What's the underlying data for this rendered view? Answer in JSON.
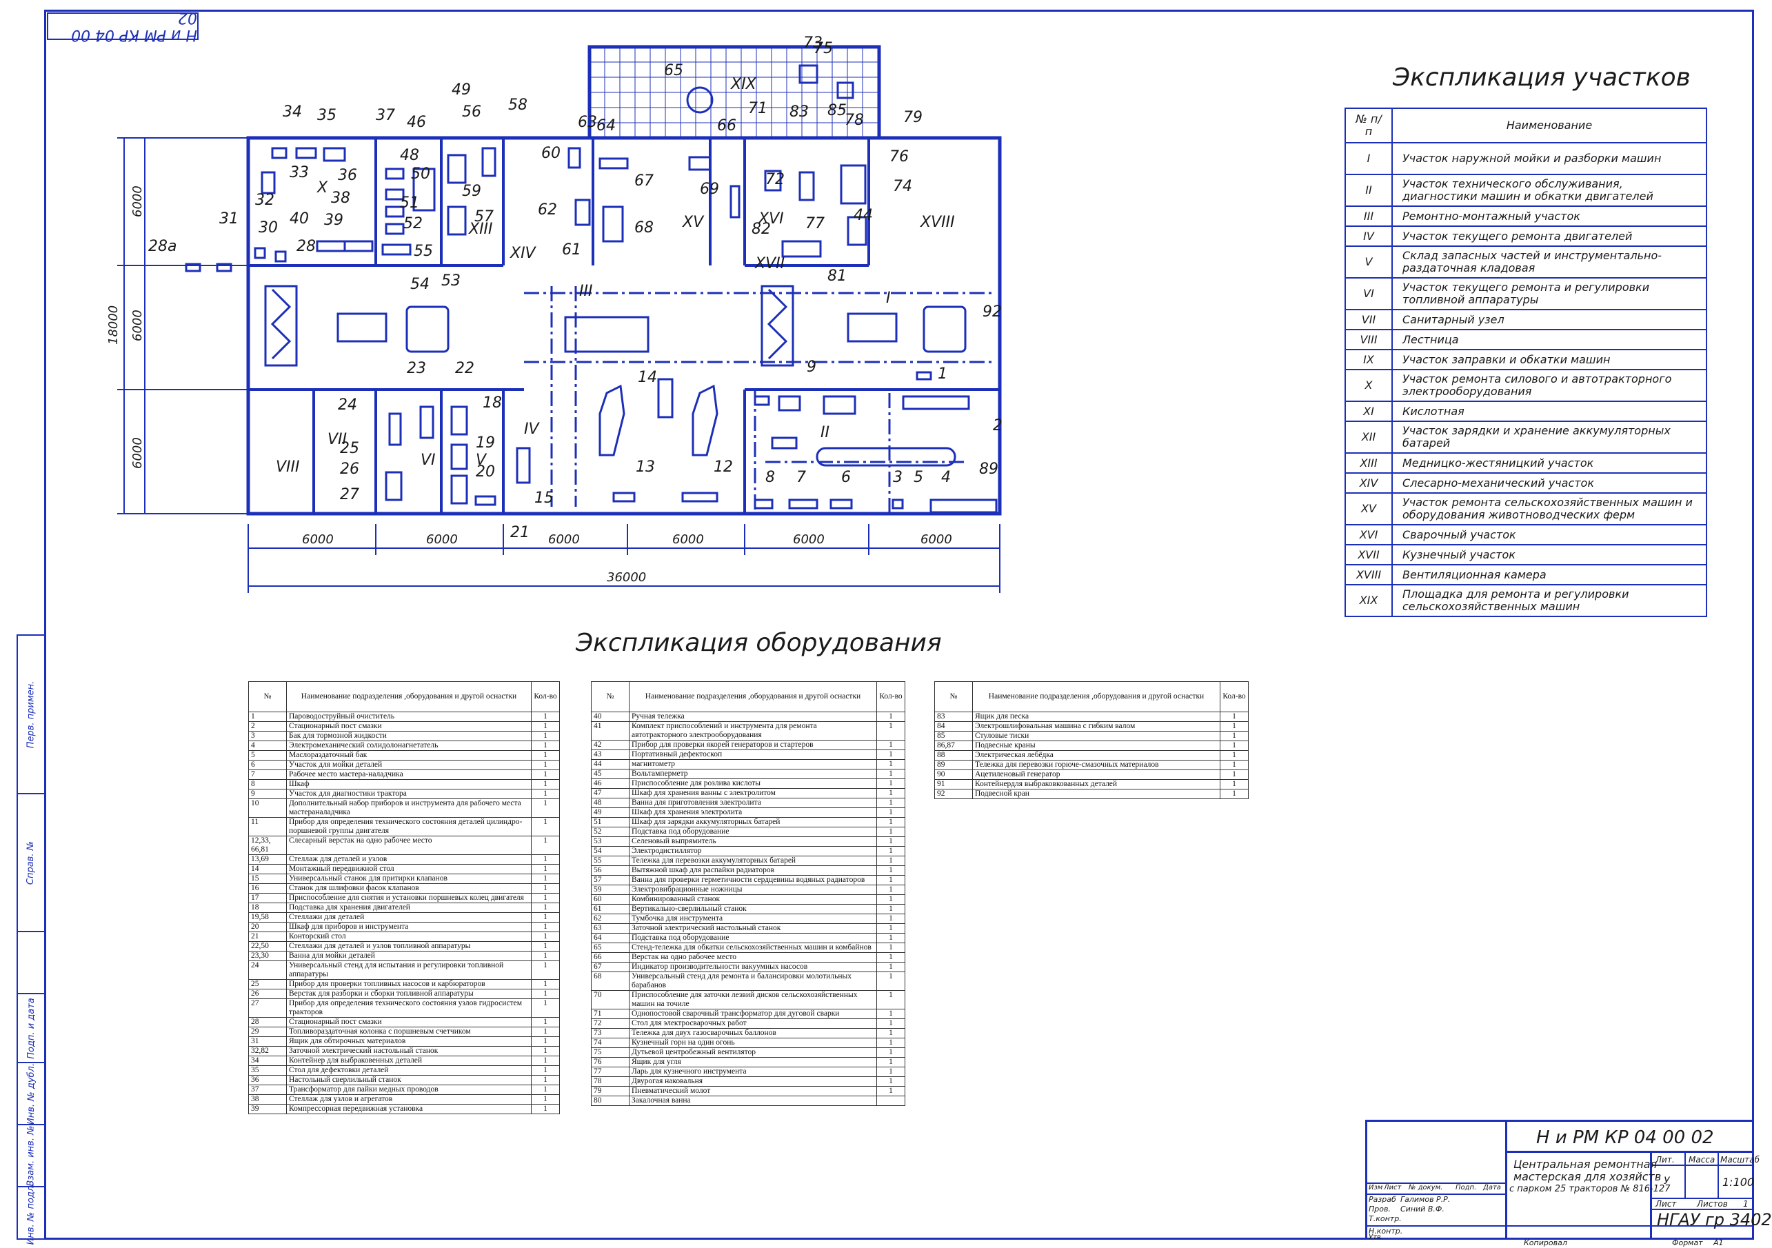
{
  "sheet": {
    "stamp_code": "Н и РМ КР 04 00 02",
    "side_labels": [
      "Перв. примен.",
      "Справ. №",
      "Подп. и дата",
      "Инв. № дубл.",
      "Взам. инв. №",
      "Подп. и дата",
      "Инв. № подл."
    ]
  },
  "plan": {
    "zone_labels": [
      "I",
      "II",
      "III",
      "IV",
      "V",
      "VI",
      "VII",
      "VIII",
      "X",
      "XIII",
      "XIV",
      "XV",
      "XVI",
      "XVII",
      "XVIII",
      "XIX"
    ],
    "equipment_numbers": [
      "1",
      "2",
      "3",
      "4",
      "5",
      "6",
      "7",
      "8",
      "9",
      "12",
      "13",
      "14",
      "15",
      "18",
      "19",
      "20",
      "21",
      "22",
      "23",
      "24",
      "25",
      "26",
      "27",
      "28",
      "28а",
      "30",
      "31",
      "32",
      "33",
      "34",
      "35",
      "36",
      "37",
      "38",
      "39",
      "40",
      "44",
      "46",
      "48",
      "49",
      "50",
      "51",
      "52",
      "53",
      "54",
      "55",
      "56",
      "57",
      "58",
      "59",
      "60",
      "61",
      "62",
      "63",
      "64",
      "65",
      "66",
      "67",
      "68",
      "69",
      "71",
      "72",
      "73",
      "74",
      "75",
      "76",
      "77",
      "78",
      "79",
      "81",
      "82",
      "83",
      "85",
      "89",
      "92"
    ],
    "dimensions": {
      "bottom": [
        "6000",
        "6000",
        "6000",
        "6000",
        "6000",
        "6000"
      ],
      "total": "36000",
      "left": [
        "6000",
        "6000",
        "6000"
      ],
      "left_total": "18000"
    }
  },
  "equipment_title": "Экспликация оборудования",
  "table_headers": {
    "no": "№",
    "name": "Наименование подразделения ,оборудования и другой оснастки",
    "qty": "Кол-во"
  },
  "equipment_tables": [
    [
      [
        "1",
        "Пароводоструйный очиститель",
        "1"
      ],
      [
        "2",
        "Стационарный пост смазки",
        "1"
      ],
      [
        "3",
        "Бак для тормозной жидкости",
        "1"
      ],
      [
        "4",
        "Электромеханический солидолонагнетатель",
        "1"
      ],
      [
        "5",
        "Маслораздаточный бак",
        "1"
      ],
      [
        "6",
        "Участок для мойки деталей",
        "1"
      ],
      [
        "7",
        "Рабочее место мастера-наладчика",
        "1"
      ],
      [
        "8",
        "Шкаф",
        "1"
      ],
      [
        "9",
        "Участок для диагностики трактора",
        "1"
      ],
      [
        "10",
        "Дополнительный набор приборов и инструмента для рабочего места мастераналадчика",
        "1"
      ],
      [
        "11",
        "Прибор для определения технического состояния деталей цилиндро-поршневой группы двигателя",
        "1"
      ],
      [
        "12,33, 66,81",
        "Слесарный верстак на одно рабочее место",
        "1"
      ],
      [
        "13,69",
        "Стеллаж для деталей и узлов",
        "1"
      ],
      [
        "14",
        "Монтажный передвижной стол",
        "1"
      ],
      [
        "15",
        "Универсальный станок для притирки клапанов",
        "1"
      ],
      [
        "16",
        "Станок для шлифовки фасок клапанов",
        "1"
      ],
      [
        "17",
        "Приспособление для снятия и установки поршневых колец двигателя",
        "1"
      ],
      [
        "18",
        "Подставка для хранения двигателей",
        "1"
      ],
      [
        "19,58",
        "Стеллажи для деталей",
        "1"
      ],
      [
        "20",
        "Шкаф для приборов и инструмента",
        "1"
      ],
      [
        "21",
        "Конторский стол",
        "1"
      ],
      [
        "22,50",
        "Стеллажи для деталей и узлов топливной аппаратуры",
        "1"
      ],
      [
        "23,30",
        "Ванна для мойки деталей",
        "1"
      ],
      [
        "24",
        "Универсальный стенд для испытания и регулировки топливной аппаратуры",
        "1"
      ],
      [
        "25",
        "Прибор для проверки топливных насосов и карбюраторов",
        "1"
      ],
      [
        "26",
        "Верстак для разборки и сборки топливной аппаратуры",
        "1"
      ],
      [
        "27",
        "Прибор для определения технического состояния узлов гидросистем тракторов",
        "1"
      ],
      [
        "28",
        "Стационарный пост смазки",
        "1"
      ],
      [
        "29",
        "Топливораздаточная колонка с поршневым счетчиком",
        "1"
      ],
      [
        "31",
        "Ящик для обтирочных материалов",
        "1"
      ],
      [
        "32,82",
        "Заточной электрический настольный станок",
        "1"
      ],
      [
        "34",
        "Контейнер для выбраковенных деталей",
        "1"
      ],
      [
        "35",
        "Стол для дефектовки деталей",
        "1"
      ],
      [
        "36",
        "Настольный сверлильный станок",
        "1"
      ],
      [
        "37",
        "Трансформатор для пайки медных проводов",
        "1"
      ],
      [
        "38",
        "Стеллаж для узлов и агрегатов",
        "1"
      ],
      [
        "39",
        "Компрессорная передвижная установка",
        "1"
      ]
    ],
    [
      [
        "40",
        "Ручная тележка",
        "1"
      ],
      [
        "41",
        "Комплект приспособлений и инструмента для ремонта автотракторного электрооборудования",
        "1"
      ],
      [
        "42",
        "Прибор для проверки якорей генераторов и стартеров",
        "1"
      ],
      [
        "43",
        "Портативный дефектоскоп",
        "1"
      ],
      [
        "44",
        "магнитометр",
        "1"
      ],
      [
        "45",
        "Вольтамперметр",
        "1"
      ],
      [
        "46",
        "Приспособление для розлива кислоты",
        "1"
      ],
      [
        "47",
        "Шкаф для хранения ванны с электролитом",
        "1"
      ],
      [
        "48",
        "Ванна для приготовления электролита",
        "1"
      ],
      [
        "49",
        "Шкаф для хранения электролита",
        "1"
      ],
      [
        "51",
        "Шкаф для зарядки аккумуляторных батарей",
        "1"
      ],
      [
        "52",
        "Подставка под оборудование",
        "1"
      ],
      [
        "53",
        "Селеновый выпрямитель",
        "1"
      ],
      [
        "54",
        "Электродистиллятор",
        "1"
      ],
      [
        "55",
        "Тележка для перевозки аккумуляторных батарей",
        "1"
      ],
      [
        "56",
        "Вытяжной шкаф для распайки радиаторов",
        "1"
      ],
      [
        "57",
        "Ванна для проверки герметичности сердцевины водяных радиаторов",
        "1"
      ],
      [
        "59",
        "Электровибрационные ножницы",
        "1"
      ],
      [
        "60",
        "Комбинированный станок",
        "1"
      ],
      [
        "61",
        "Вертикально-сверлильный станок",
        "1"
      ],
      [
        "62",
        "Тумбочка для инструмента",
        "1"
      ],
      [
        "63",
        "Заточной электрический настольный станок",
        "1"
      ],
      [
        "64",
        "Подставка под оборудование",
        "1"
      ],
      [
        "65",
        "Стенд-тележка для обкатки сельскохозяйственных машин и комбайнов",
        "1"
      ],
      [
        "66",
        "Верстак на одно рабочее место",
        "1"
      ],
      [
        "67",
        "Индикатор производительности вакуумных насосов",
        "1"
      ],
      [
        "68",
        "Универсальный стенд для ремонта и балансировки молотильных барабанов",
        "1"
      ],
      [
        "70",
        "Приспособление для заточки лезвий дисков сельскохозяйственных машин на точиле",
        "1"
      ],
      [
        "71",
        "Однопостовой сварочный трансформатор для дуговой сварки",
        "1"
      ],
      [
        "72",
        "Стол для электросварочных работ",
        "1"
      ],
      [
        "73",
        "Тележка для двух газосварочных баллонов",
        "1"
      ],
      [
        "74",
        "Кузнечный горн на один огонь",
        "1"
      ],
      [
        "75",
        "Дутьевой центробежный вентилятор",
        "1"
      ],
      [
        "76",
        "Ящик для угля",
        "1"
      ],
      [
        "77",
        "Ларь для кузнечного инструмента",
        "1"
      ],
      [
        "78",
        "Двурогая наковальня",
        "1"
      ],
      [
        "79",
        "Пневматический молот",
        "1"
      ],
      [
        "80",
        "Закалочная ванна",
        ""
      ]
    ],
    [
      [
        "83",
        "Ящик для песка",
        "1"
      ],
      [
        "84",
        "Электрошлифовальная машина с гибким валом",
        "1"
      ],
      [
        "85",
        "Стуловые тиски",
        "1"
      ],
      [
        "86,87",
        "Подвесные краны",
        "1"
      ],
      [
        "88",
        "Электрическая лебёдка",
        "1"
      ],
      [
        "89",
        "Тележка для перевозки горюче-смазочных материалов",
        "1"
      ],
      [
        "90",
        "Ацетиленовый генератор",
        "1"
      ],
      [
        "91",
        "Контейнердля выбраковкованных деталей",
        "1"
      ],
      [
        "92",
        "Подвесной кран",
        "1"
      ]
    ]
  ],
  "sections_title": "Экспликация участков",
  "sections_header": {
    "no": "№ п/п",
    "name": "Наименование"
  },
  "sections": [
    [
      "I",
      "Участок наружной мойки и разборки машин"
    ],
    [
      "II",
      "Участок технического обслуживания, диагностики машин и обкатки двигателей"
    ],
    [
      "III",
      "Ремонтно-монтажный участок"
    ],
    [
      "IV",
      "Участок текущего ремонта двигателей"
    ],
    [
      "V",
      "Склад запасных частей и инструментально-раздаточная кладовая"
    ],
    [
      "VI",
      "Участок текущего ремонта и регулировки топливной аппаратуры"
    ],
    [
      "VII",
      "Санитарный узел"
    ],
    [
      "VIII",
      "Лестница"
    ],
    [
      "IX",
      "Участок заправки и обкатки машин"
    ],
    [
      "X",
      "Участок ремонта силового и автотракторного электрооборудования"
    ],
    [
      "XI",
      "Кислотная"
    ],
    [
      "XII",
      "Участок зарядки и хранение аккумуляторных батарей"
    ],
    [
      "XIII",
      "Медницко-жестяницкий участок"
    ],
    [
      "XIV",
      "Слесарно-механический участок"
    ],
    [
      "XV",
      "Участок ремонта сельскохозяйственных машин и оборудования животноводческих ферм"
    ],
    [
      "XVI",
      "Сварочный участок"
    ],
    [
      "XVII",
      "Кузнечный участок"
    ],
    [
      "XVIII",
      "Вентиляционная камера"
    ],
    [
      "XIX",
      "Площадка для ремонта и регулировки сельскохозяйственных машин"
    ]
  ],
  "title_block": {
    "code": "Н и РМ КР 04 00 02",
    "name_lines": [
      "Центральная ремонтная",
      "мастерская для хозяйств",
      "с парком 25 тракторов № 816-127"
    ],
    "col_headers": [
      "Изм",
      "Лист",
      "№ докум.",
      "Подп.",
      "Дата"
    ],
    "roles": [
      "Разраб",
      "Пров.",
      "Т.контр.",
      "Н.контр.",
      "Утв."
    ],
    "names": [
      "Галимов Р.Р.",
      "Синий В.Ф."
    ],
    "lit_label": "Лит.",
    "mass_label": "Масса",
    "scale_label": "Масштаб",
    "lit_value": "У",
    "scale_value": "1:100",
    "sheet_label": "Лист",
    "sheets_label": "Листов",
    "sheets_value": "1",
    "org": "НГАУ гр 3402",
    "copied": "Копировал",
    "format": "Формат",
    "format_value": "А1"
  },
  "colors": {
    "line": "#1c2fb8",
    "text": "#1a1a1a"
  }
}
